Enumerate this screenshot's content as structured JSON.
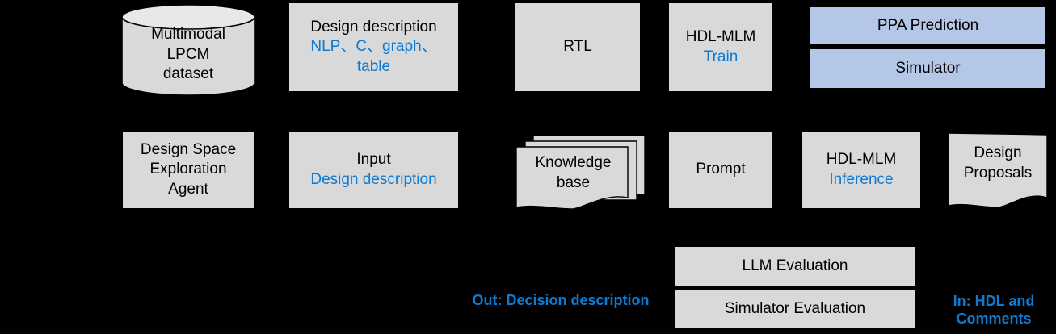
{
  "diagram": {
    "background_color": "#000000",
    "box_fill": "#d9d9d9",
    "box_fill_accent": "#b4c7e7",
    "text_color": "#000000",
    "accent_text_color": "#0e7ad1",
    "row1": {
      "dataset": {
        "line1": "Multimodal",
        "line2": "LPCM",
        "line3": "dataset"
      },
      "design_description": {
        "line1": "Design description",
        "line2": "NLP、C、graph、",
        "line3": "table"
      },
      "rtl": {
        "line1": "RTL"
      },
      "hdl_mlm_train": {
        "line1": "HDL-MLM",
        "line2": "Train"
      },
      "ppa_prediction": {
        "line1": "PPA Prediction"
      },
      "simulator": {
        "line1": "Simulator"
      }
    },
    "row2": {
      "dse_agent": {
        "line1": "Design Space",
        "line2": "Exploration",
        "line3": "Agent"
      },
      "input": {
        "line1": "Input",
        "line2": "Design description"
      },
      "knowledge_base": {
        "line1": "Knowledge",
        "line2": "base"
      },
      "prompt": {
        "line1": "Prompt"
      },
      "hdl_mlm_inference": {
        "line1": "HDL-MLM",
        "line2": "Inference"
      },
      "design_proposals": {
        "line1": "Design",
        "line2": "Proposals"
      }
    },
    "row3": {
      "out_note": {
        "line1": "Out: Decision description"
      },
      "llm_evaluation": {
        "line1": "LLM Evaluation"
      },
      "simulator_evaluation": {
        "line1": "Simulator Evaluation"
      },
      "in_note": {
        "line1": "In: HDL and",
        "line2": "Comments"
      }
    }
  }
}
